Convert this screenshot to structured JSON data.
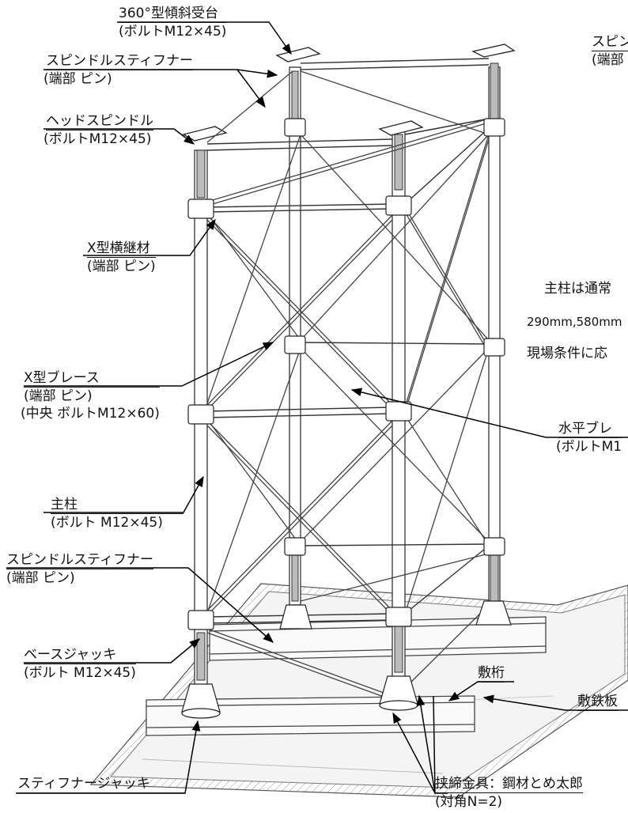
{
  "labels": {
    "tilt_seat": {
      "title": "360°型傾斜受台",
      "sub": "(ボルトM12×45)"
    },
    "spindle_stiffener_top": {
      "title": "スピンドルスティフナー",
      "sub": "(端部 ピン)"
    },
    "head_spindle": {
      "title": "ヘッドスピンドル",
      "sub": "(ボルトM12×45)"
    },
    "x_horizontal": {
      "title": "X型横継材",
      "sub": "(端部 ピン)"
    },
    "x_brace": {
      "title": "X型ブレース",
      "sub1": "(端部 ピン)",
      "sub2": "(中央 ボルトM12×60)"
    },
    "main_column": {
      "title": "主柱",
      "sub": "(ボルト M12×45)"
    },
    "spindle_stiffener_bottom": {
      "title": "スピンドルスティフナー",
      "sub": "(端部 ピン)"
    },
    "base_jack": {
      "title": "ベースジャッキ",
      "sub": "(ボルト M12×45)"
    },
    "stiffener_jack": {
      "title": "スティフナージャッキ"
    },
    "clamp": {
      "title": "挟締金具：鋼材とめ太郎",
      "sub": "(対角N=2)"
    },
    "sub_girder": {
      "title": "敷桁"
    },
    "steel_plate": {
      "title": "敷鉄板"
    },
    "horizontal_brace": {
      "title": "水平ブレ",
      "sub": "(ボルトM1"
    },
    "spindle_right": {
      "title": "スピン",
      "sub": "(端部"
    }
  },
  "note": {
    "line1": "主柱は通常",
    "line2": "290mm,580mm",
    "line3": "現場条件に応"
  }
}
